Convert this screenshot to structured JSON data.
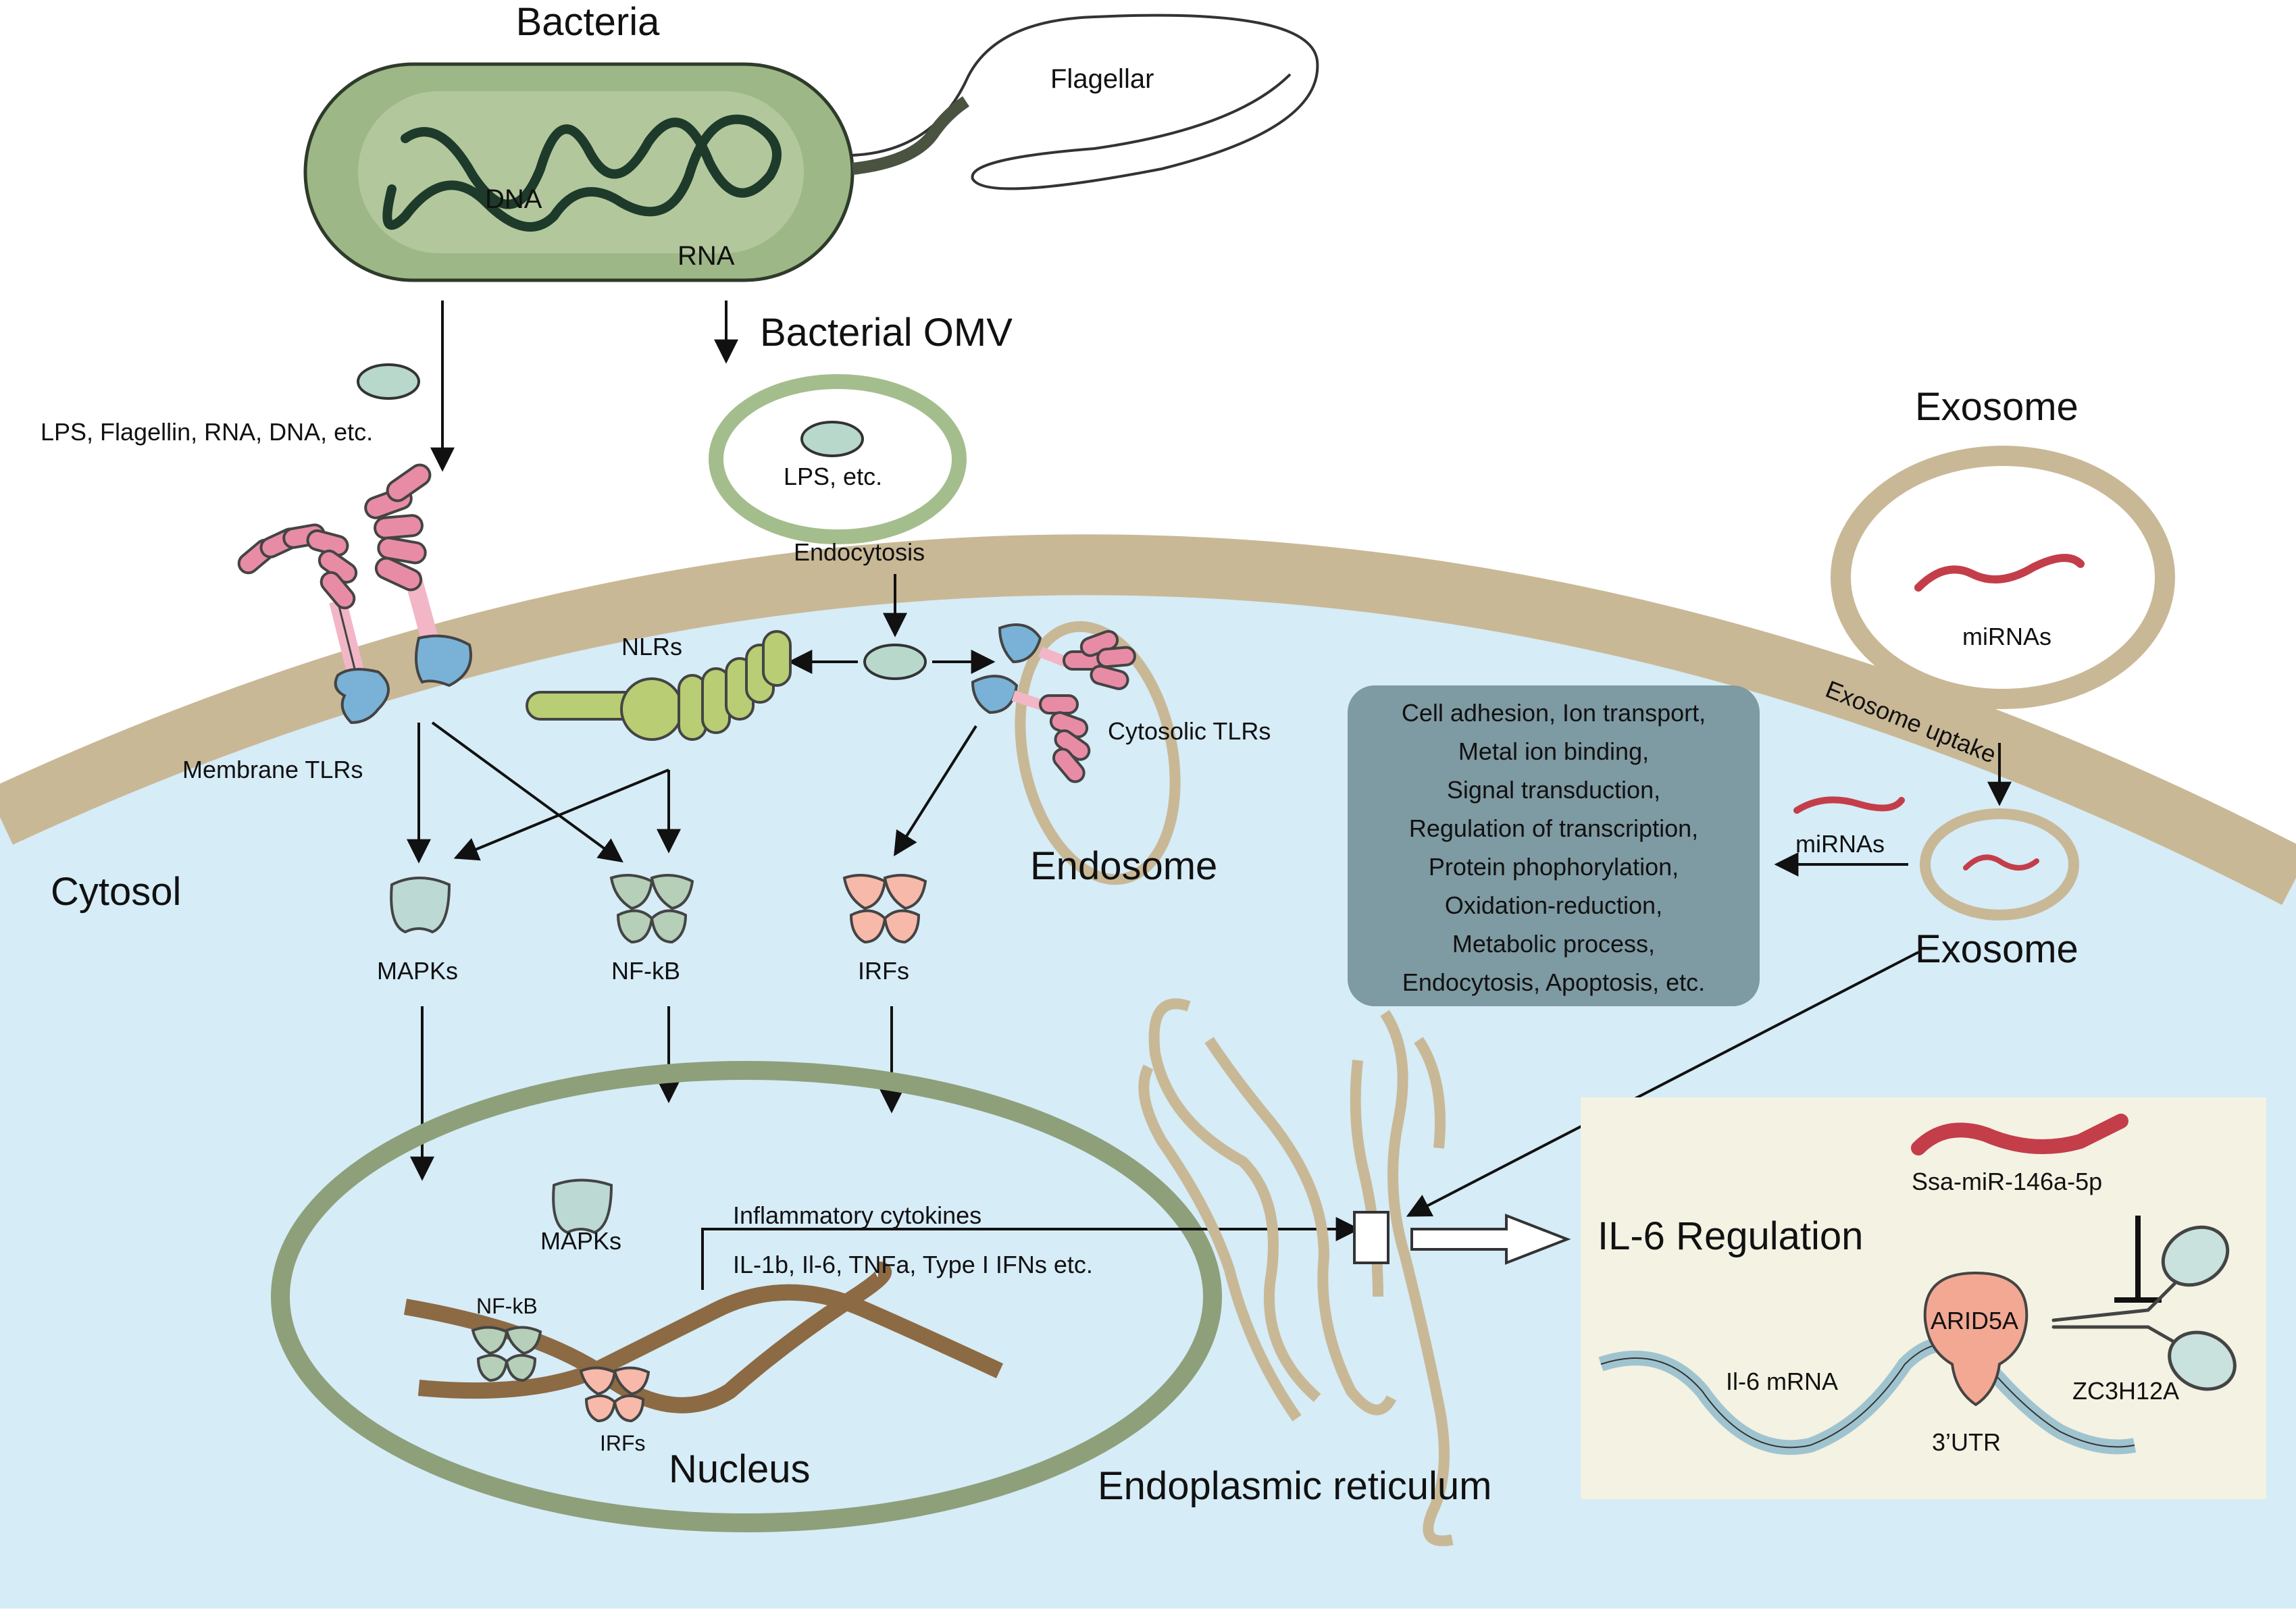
{
  "diagram": {
    "bacteria": {
      "title": "Bacteria",
      "flagellar": "Flagellar",
      "dna": "DNA",
      "rna": "RNA"
    },
    "pamps_label": "LPS, Flagellin, RNA, DNA, etc.",
    "omv": {
      "title": "Bacterial OMV",
      "content": "LPS, etc.",
      "endocytosis": "Endocytosis"
    },
    "receptors": {
      "membrane_tlrs": "Membrane TLRs",
      "nlrs": "NLRs",
      "cytosolic_tlrs": "Cytosolic TLRs",
      "endosome": "Endosome"
    },
    "cytosol": "Cytosol",
    "signaling": {
      "mapks": "MAPKs",
      "nfkb": "NF-kB",
      "irfs": "IRFs"
    },
    "nucleus": {
      "title": "Nucleus",
      "mapks": "MAPKs",
      "nfkb": "NF-kB",
      "irfs": "IRFs",
      "cytokines_title": "Inflammatory cytokines",
      "cytokines_list": "IL-1b, Il-6, TNFa, Type I IFNs etc."
    },
    "er": "Endoplasmic reticulum",
    "exosome": {
      "title_top": "Exosome",
      "mirnas_inside": "miRNAs",
      "uptake": "Exosome uptake",
      "mirnas_released": "miRNAs",
      "title_bottom": "Exosome"
    },
    "functions_box": {
      "lines": [
        "Cell adhesion, Ion transport,",
        "Metal ion binding,",
        "Signal transduction,",
        "Regulation of transcription,",
        "Protein phophorylation,",
        "Oxidation-reduction,",
        "Metabolic process,",
        "Endocytosis, Apoptosis, etc."
      ]
    },
    "il6_panel": {
      "title": "IL-6 Regulation",
      "mirna": "Ssa-miR-146a-5p",
      "arid5a": "ARID5A",
      "il6_mrna": "Il-6 mRNA",
      "utr": "3’UTR",
      "zc3h12a": "ZC3H12A"
    },
    "colors": {
      "cytosol": "#d6ecf7",
      "membrane": "#c9b896",
      "bacterium": "#9db787",
      "nucleus_ring": "#8da07a",
      "tlr_pink": "#e88ca6",
      "tlr_blue": "#79b2d6",
      "nlr_green": "#b9cd74",
      "mapk": "#bcd9d4",
      "nfkb": "#b5cfb8",
      "irf": "#f7b9a9",
      "box_fill": "#7e9aa2",
      "panel_fill": "#f4f2e3",
      "arid5a": "#f2a893",
      "mrna": "#9fc4cf",
      "mirna_red": "#c33e49"
    }
  }
}
